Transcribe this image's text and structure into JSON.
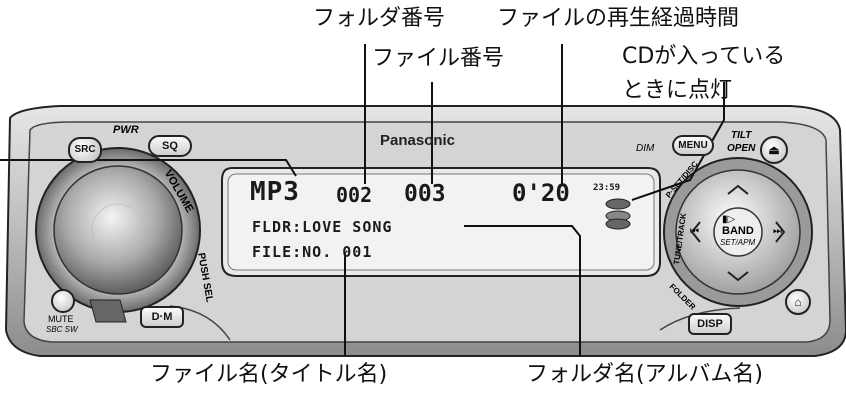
{
  "callouts": {
    "folder_number": "フォルダ番号",
    "file_number": "ファイル番号",
    "elapsed_time": "ファイルの再生経過時間",
    "cd_indicator_line1": "CDが入っている",
    "cd_indicator_line2": "ときに点灯",
    "file_name": "ファイル名(タイトル名)",
    "folder_name": "フォルダ名(アルバム名)"
  },
  "display": {
    "format": "MP3",
    "folder_no": "002",
    "file_no": "003",
    "time": "0'20",
    "clock": "23:59",
    "folder_line": "FLDR:LOVE  SONG",
    "file_line": "FILE:NO.  001"
  },
  "unit": {
    "brand": "Panasonic",
    "src": "SRC",
    "pwr": "PWR",
    "sq": "SQ",
    "volume": "VOLUME",
    "push_sel": "PUSH SEL",
    "dm": "D·M",
    "mute": "MUTE",
    "sbc_sw": "SBC SW",
    "dim": "DIM",
    "menu": "MENU",
    "tilt": "TILT",
    "open": "OPEN",
    "pset_disc": "P·SET/DISC",
    "tune_track": "TUNE/TRACK",
    "folder": "FOLDER",
    "band": "BAND",
    "set_apm": "SET/APM",
    "disp": "DISP"
  }
}
